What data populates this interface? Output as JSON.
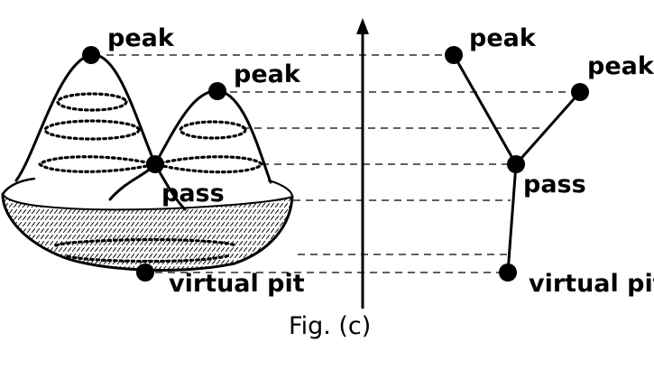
{
  "left_diagram": {
    "peak_1_label": "peak",
    "peak_2_label": "peak",
    "pass_label": "pass",
    "pit_label": "virtual pit"
  },
  "right_graph": {
    "peak_1_label": "peak",
    "peak_2_label": "peak",
    "pass_label": "pass",
    "pit_label": "virtual pit"
  },
  "caption": "Fig. (c)"
}
